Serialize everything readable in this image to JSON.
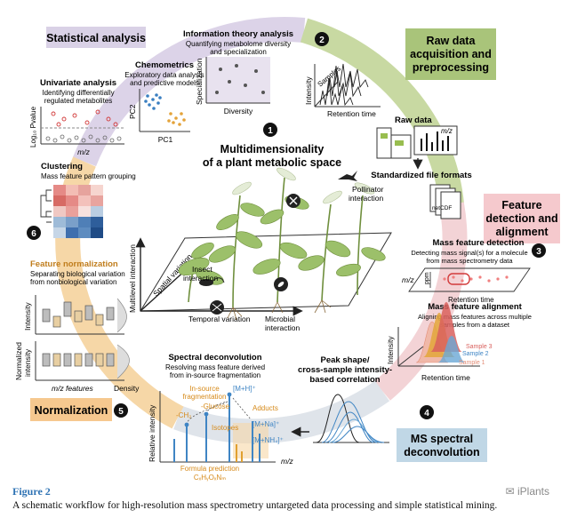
{
  "center": {
    "number": "1",
    "title_line1": "Multidimensionality",
    "title_line2": "of a plant metabolic space",
    "multilevel": "Multilevel interaction",
    "spatial": "Spatial variation",
    "temporal": "Temporal variation",
    "insect": "Insect",
    "insect2": "interaction",
    "microbial": "Microbial",
    "microbial2": "interaction",
    "pollinator": "Pollinator",
    "pollinator2": "interaction"
  },
  "stat": {
    "title": "Statistical analysis",
    "info_title": "Information theory analysis",
    "info_sub1": "Quantifying metabolome diversity",
    "info_sub2": "and specialization",
    "info_y": "Specialization",
    "info_x": "Diversity",
    "chemo_title": "Chemometrics",
    "chemo_sub1": "Exploratory data analysis",
    "chemo_sub2": "and predictive models",
    "chemo_y": "PC2",
    "chemo_x": "PC1",
    "uni_title": "Univariate analysis",
    "uni_sub1": "Identifying differentially",
    "uni_sub2": "regulated metabolites",
    "uni_y": "Log₁₀ Pvalue",
    "uni_x": "m/z",
    "clust_title": "Clustering",
    "clust_sub": "Mass feature pattern grouping",
    "clust_num": "6"
  },
  "raw": {
    "number": "2",
    "title1": "Raw data",
    "title2": "acquisition and",
    "title3": "preprocessing",
    "intensity": "Intensity",
    "samples": "Samples",
    "rt": "Retention time",
    "raw_data": "Raw data",
    "mz": "m/z",
    "std": "Standardized file formats",
    "netcdf": "netCDF"
  },
  "feat": {
    "number": "3",
    "title1": "Feature",
    "title2": "detection and",
    "title3": "alignment",
    "detect_title": "Mass feature detection",
    "detect_sub1": "Detecting mass signal(s) for a molecule",
    "detect_sub2": "from mass spectrometry data",
    "mz": "m/z",
    "ppm": "ppm",
    "rt": "Retention time",
    "align_title": "Mass feature alignment",
    "align_sub1": "Aligning mass features across multiple",
    "align_sub2": "samples from a dataset",
    "intensity": "Intensity",
    "rt2": "Retention time",
    "s1": "Sample 1",
    "s2": "Sample 2",
    "s3": "Sample 3"
  },
  "ms": {
    "number": "4",
    "title1": "MS spectral",
    "title2": "deconvolution",
    "peak1": "Peak shape/",
    "peak2": "cross-sample intensity-",
    "peak3": "based correlation",
    "spec_title": "Spectral deconvolution",
    "spec_sub1": "Resolving mass feature derived",
    "spec_sub2": "from in-source fragmentation",
    "insrc1": "In-source",
    "insrc2": "fragmentation",
    "ch2": "-CH₂",
    "glucose": "-Glucose",
    "mh": "[M+H]⁺",
    "adducts": "Adducts",
    "mna": "[M+Na]⁺",
    "mnh4": "[M+NH₄]⁺",
    "isotopes": "Isotopes",
    "relint": "Relative intensity",
    "mz": "m/z",
    "formula1": "Formula prediction",
    "formula2": "CₓHᵧOₓNₘ"
  },
  "norm": {
    "number": "5",
    "box_title": "Normalization",
    "feat_title": "Feature normalization",
    "feat_sub1": "Separating biological variation",
    "feat_sub2": "from nonbiological variation",
    "intensity": "Intensity",
    "norm_int1": "Normalized",
    "norm_int2": "intensity",
    "mz_feat": "m/z features",
    "density": "Density"
  },
  "caption": {
    "title": "Figure 2",
    "text": "A schematic workflow for high-resolution mass spectrometry untargeted data processing and simple statistical mining.",
    "watermark": "✉ iPlants"
  },
  "colors": {
    "ring_purple": "#dcd3e8",
    "ring_green": "#c8d9a2",
    "ring_pink": "#f3d3d6",
    "ring_orange": "#f6d7a7",
    "raw_box": "#a9c47a",
    "feat_box": "#f5c9cd",
    "norm_box": "#f6c88f",
    "ms_box": "#c0d7e6",
    "plant_green": "#9cc06a"
  }
}
